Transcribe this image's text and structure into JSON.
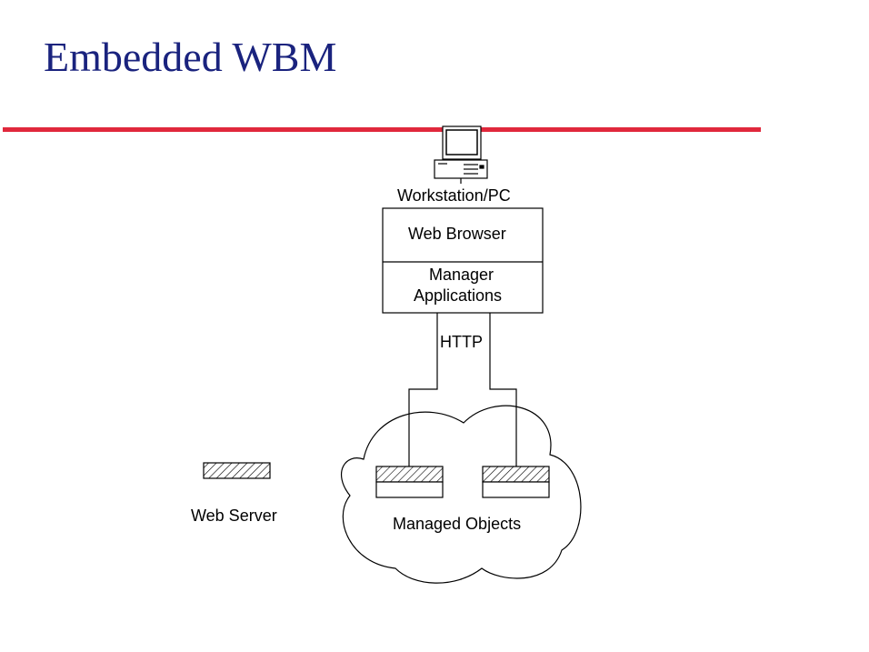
{
  "slide": {
    "title": "Embedded WBM"
  },
  "colors": {
    "title": "#1a237e",
    "divider": "#e0283c",
    "line": "#000000",
    "background": "#ffffff"
  },
  "diagram": {
    "workstation_label": "Workstation/PC",
    "browser_label": "Web Browser",
    "manager_label_line1": "Manager",
    "manager_label_line2": "Applications",
    "protocol_label": "HTTP",
    "cloud_label": "Managed Objects",
    "legend_label": "Web Server"
  },
  "icons": {
    "computer": "computer-icon",
    "cloud": "cloud-shape",
    "web_server": "hatched-web-server-icon"
  }
}
